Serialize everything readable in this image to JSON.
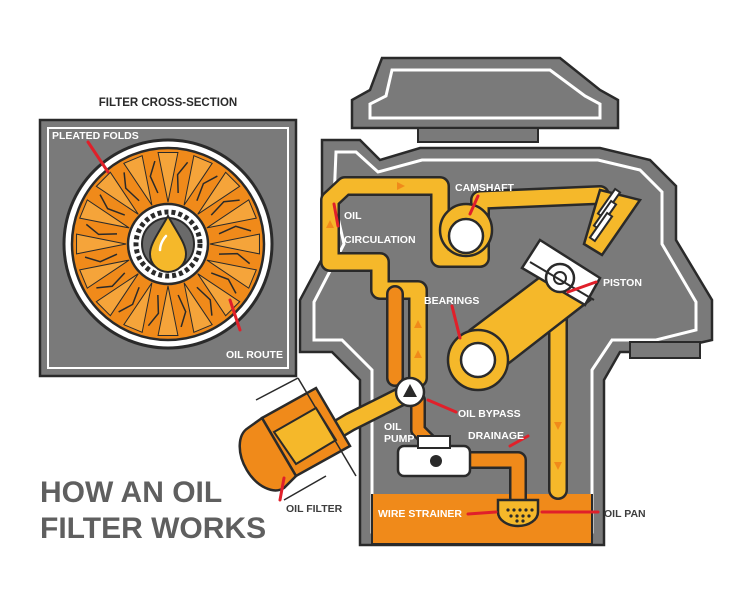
{
  "cross_section": {
    "title": "FILTER CROSS-SECTION",
    "label_pleated_folds": "PLEATED FOLDS",
    "label_oil_route": "OIL ROUTE"
  },
  "main_title": {
    "line1": "HOW AN OIL",
    "line2": "FILTER WORKS"
  },
  "labels": {
    "camshaft": "CAMSHAFT",
    "oil_circulation_1": "OIL",
    "oil_circulation_2": "CIRCULATION",
    "piston": "PISTON",
    "bearings": "BEARINGS",
    "oil_bypass": "OIL BYPASS",
    "oil_pump_1": "OIL",
    "oil_pump_2": "PUMP",
    "drainage": "DRAINAGE",
    "oil_filter": "OIL FILTER",
    "wire_strainer": "WIRE STRAINER",
    "oil_pan": "OIL PAN"
  },
  "colors": {
    "oil_yellow": "#f5b82a",
    "oil_orange": "#f08a1a",
    "engine_gray": "#7a7a7a",
    "pointer_red": "#e0202a",
    "outline": "#2a2a2a"
  }
}
